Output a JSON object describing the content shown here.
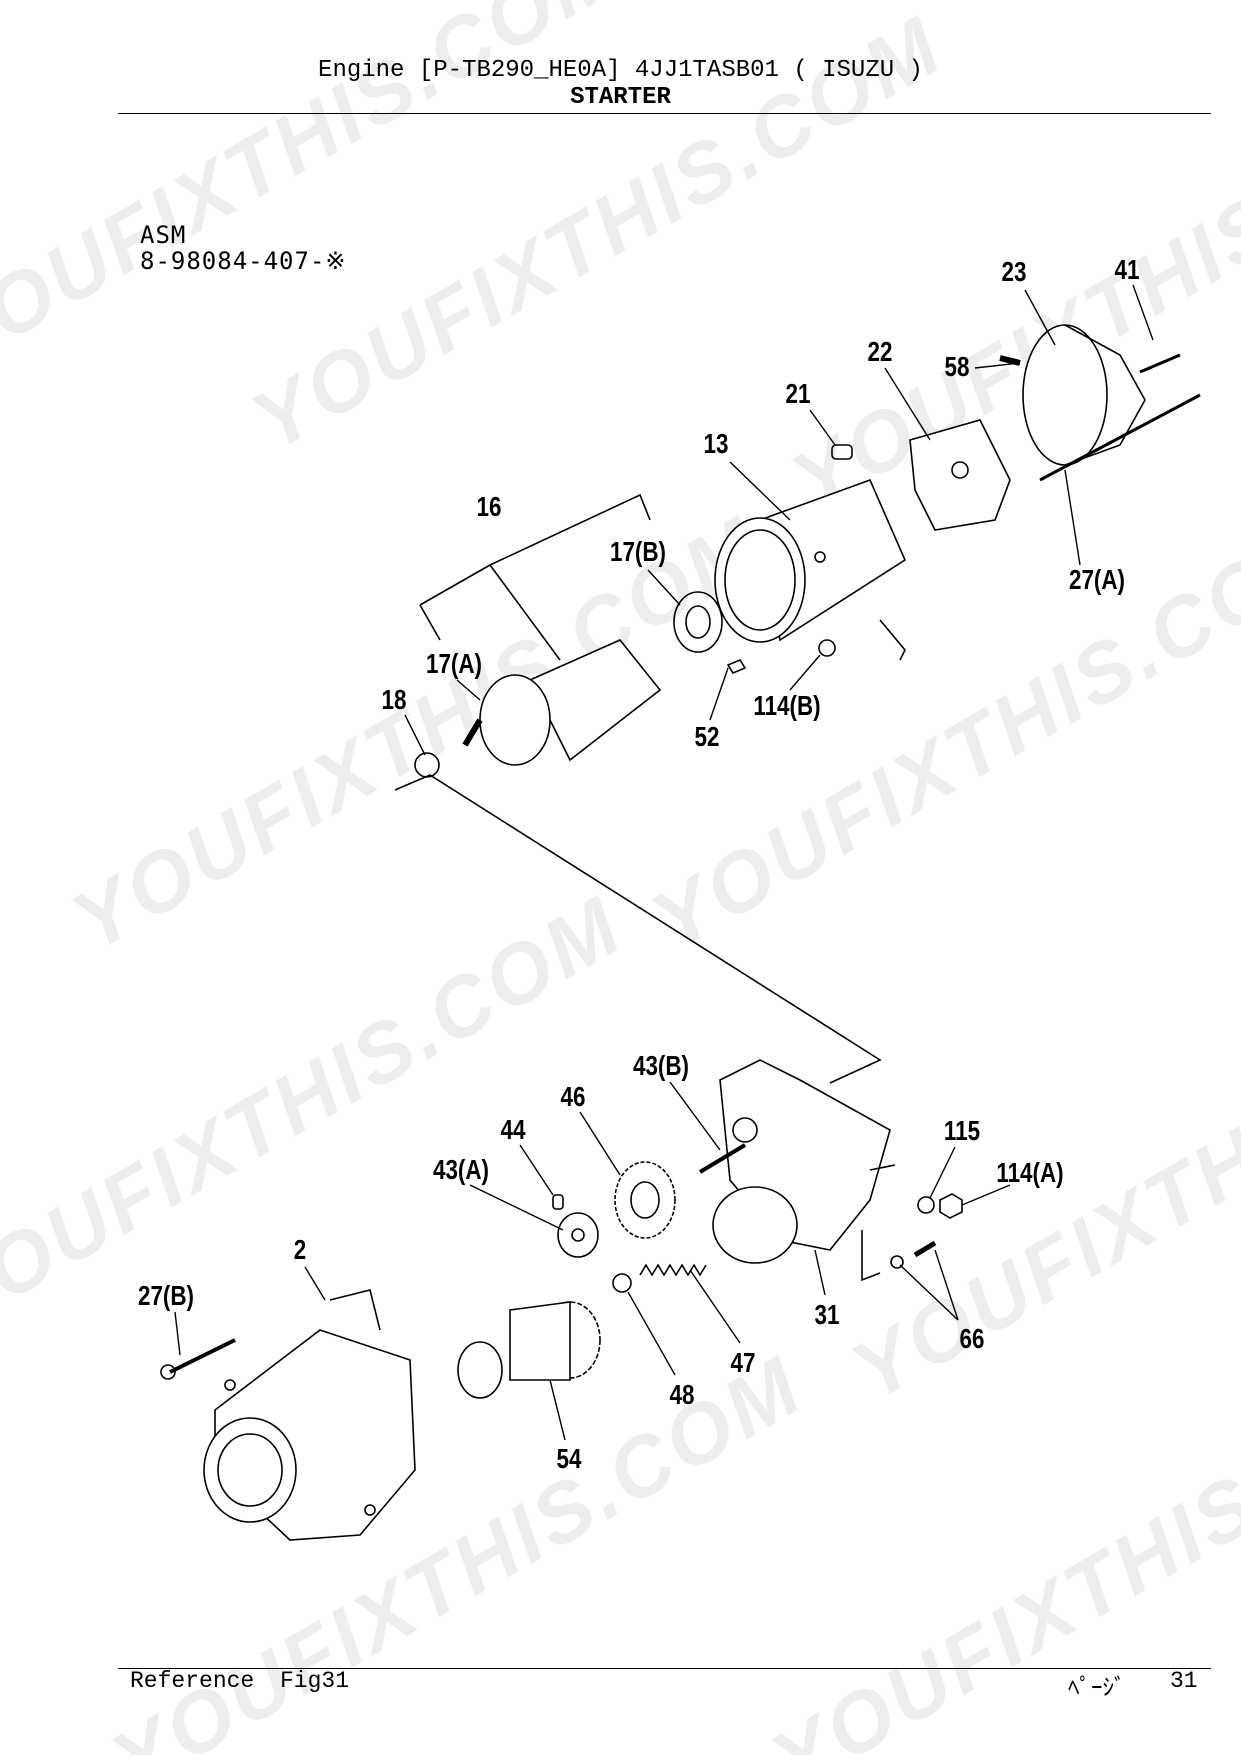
{
  "header": {
    "title_line1": "Engine [P-TB290_HE0A]  4JJ1TASB01 ( ISUZU )",
    "title_line2": "STARTER"
  },
  "assembly": {
    "label": "ASM",
    "part_number": "8-98084-407-※"
  },
  "callouts": [
    "23",
    "41",
    "22",
    "58",
    "21",
    "13",
    "16",
    "17(B)",
    "27(A)",
    "17(A)",
    "18",
    "114(B)",
    "52",
    "43(B)",
    "46",
    "44",
    "115",
    "43(A)",
    "114(A)",
    "2",
    "27(B)",
    "31",
    "66",
    "47",
    "48",
    "54"
  ],
  "footer": {
    "reference_label": "Reference",
    "figure": "Fig31",
    "page_label": "ﾍﾟｰｼﾞ",
    "page_number": "31"
  },
  "watermark": "YOUFIXTHIS.COM"
}
